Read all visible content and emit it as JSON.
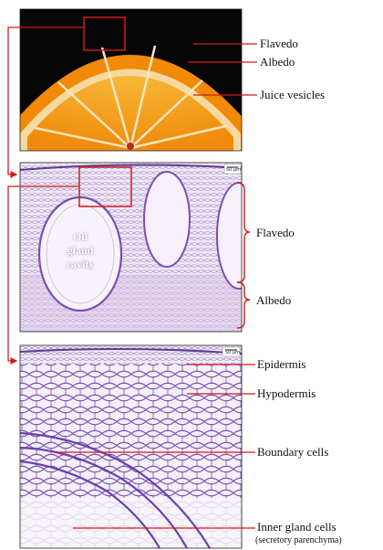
{
  "panels": {
    "orange": {
      "labels": [
        "Flavedo",
        "Albedo",
        "Juice vesicles"
      ]
    },
    "section": {
      "scale_bar": "50 µm",
      "cavity_label": [
        "Oil",
        "gland",
        "cavity"
      ],
      "brace_labels": [
        "Flavedo",
        "Albedo"
      ]
    },
    "detail": {
      "scale_bar": "50 µm",
      "labels": [
        "Epidermis",
        "Hypodermis",
        "Boundary cells",
        "Inner gland cells"
      ],
      "sublabel": "(secretory parenchyma)"
    }
  },
  "colors": {
    "callout": "#d11b1b",
    "peel": "#f39a0a",
    "pulp": "#f7a21c",
    "stain": "#7b4fb5"
  }
}
